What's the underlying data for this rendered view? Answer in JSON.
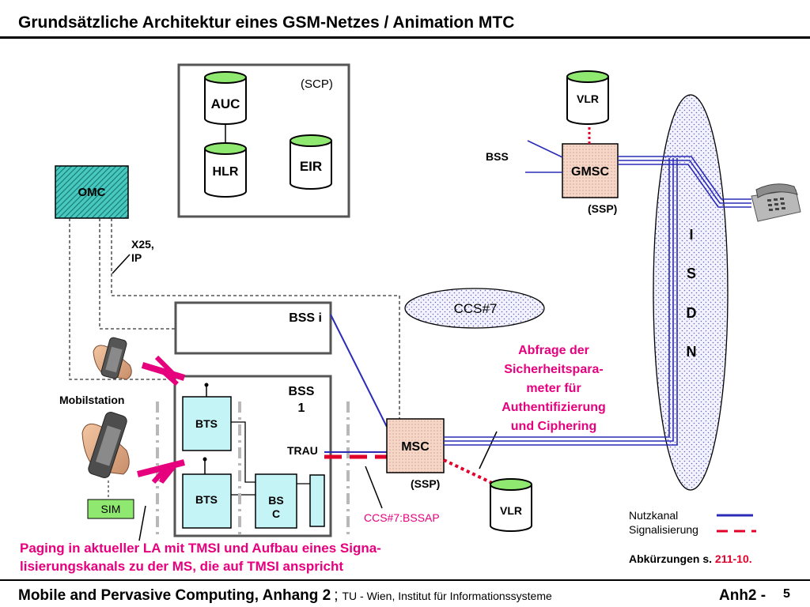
{
  "slide": {
    "title": "Grundsätzliche Architektur eines GSM-Netzes / Animation MTC",
    "footer_course": "Mobile and Pervasive  Computing, Anhang 2",
    "footer_sep": ";",
    "footer_inst": "TU - Wien, Institut für Informationssysteme",
    "footer_chapter": "Anh2 -",
    "page_number": "5"
  },
  "diagram": {
    "scp_label": "(SCP)",
    "auc": "AUC",
    "hlr": "HLR",
    "eir": "EIR",
    "omc": "OMC",
    "x25_line1": "X25,",
    "x25_line2": "IP",
    "bss_i": "BSS i",
    "bss1_line1": "BSS",
    "bss1_line2": "1",
    "bts_top": "BTS",
    "bts_bottom": "BTS",
    "bsc_line1": "BS",
    "bsc_line2": "C",
    "trau": "TRAU",
    "msc": "MSC",
    "msc_ssp": "(SSP)",
    "vlr_msc": "VLR",
    "vlr_gmsc": "VLR",
    "gmsc": "GMSC",
    "gmsc_ssp": "(SSP)",
    "bss_gmsc": "BSS",
    "ccs7": "CCS#7",
    "ccs7_bssap": "CCS#7:BSSAP",
    "isdn_letters": [
      "I",
      "S",
      "D",
      "N"
    ],
    "mobilstation": "Mobilstation",
    "sim": "SIM"
  },
  "annotations": {
    "abfrage": [
      "Abfrage  der",
      "Sicherheitspara-",
      "meter für",
      "Authentifizierung",
      "und Ciphering"
    ],
    "paging": [
      "Paging in aktueller LA mit TMSI und Aufbau eines Signa-",
      "lisierungskanals zu der MS, die auf TMSI anspricht"
    ]
  },
  "legend": {
    "nutzkanal": "Nutzkanal",
    "signalisierung": "Signalisierung",
    "abk_prefix": "Abkürzungen s. ",
    "abk_pages": "211-10",
    "abk_suffix": "."
  },
  "colors": {
    "signal_red": "#e0002a",
    "user_channel_blue": "#2b2bb8",
    "annotation_magenta": "#e6007e",
    "cylinder_top_green": "#8fe870",
    "box_cyan": "#c4f4f6",
    "msc_fill": "#f6d6c6"
  }
}
